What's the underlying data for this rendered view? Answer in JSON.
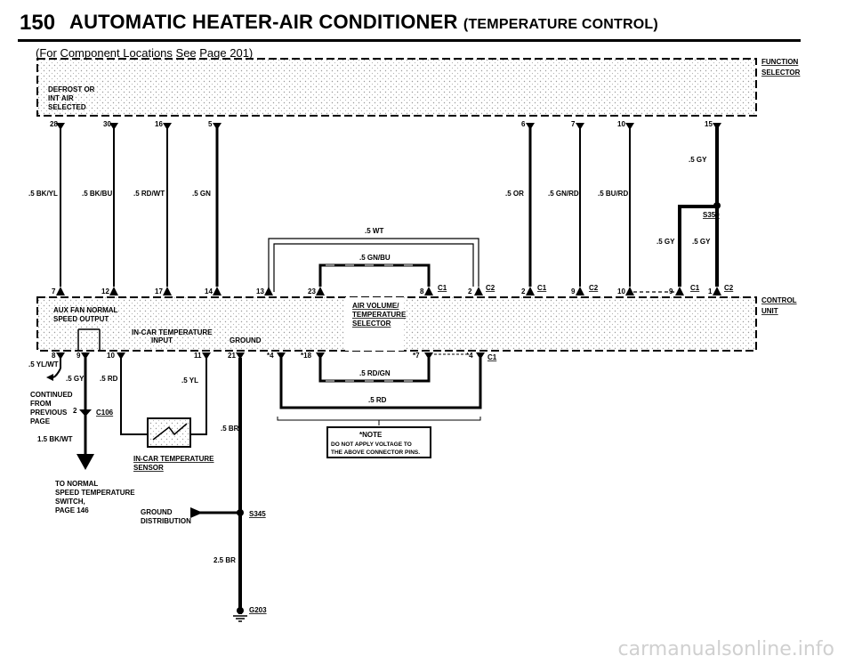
{
  "header": {
    "page_number": "150",
    "title": "AUTOMATIC HEATER-AIR CONDITIONER",
    "subtitle": "(TEMPERATURE CONTROL)",
    "locations_note": "(For Component Locations See Page 201)"
  },
  "components": {
    "function_selector": [
      "FUNCTION",
      "SELECTOR"
    ],
    "defrost_box": [
      "DEFROST OR",
      "INT AIR",
      "SELECTED"
    ],
    "control_unit": [
      "CONTROL",
      "UNIT"
    ],
    "aux_fan": [
      "AUX FAN NORMAL",
      "SPEED OUTPUT"
    ],
    "in_car_temp_input": [
      "IN-CAR TEMPERATURE",
      "INPUT"
    ],
    "ground": "GROUND",
    "air_volume_selector": [
      "AIR VOLUME/",
      "TEMPERATURE",
      "SELECTOR"
    ],
    "in_car_temp_sensor": [
      "IN-CAR TEMPERATURE",
      "SENSOR"
    ],
    "note": [
      "*NOTE",
      "DO NOT APPLY VOLTAGE TO",
      "THE ABOVE CONNECTOR PINS."
    ],
    "continued": [
      "CONTINUED",
      "FROM",
      "PREVIOUS",
      "PAGE"
    ],
    "to_normal": [
      "TO NORMAL",
      "SPEED TEMPERATURE",
      "SWITCH,",
      "PAGE 146"
    ],
    "ground_distribution": [
      "GROUND",
      "DISTRIBUTION"
    ]
  },
  "wires": {
    "w1": ".5 BK/YL",
    "w2": ".5 BK/BU",
    "w3": ".5 RD/WT",
    "w4": ".5 GN",
    "w5": ".5 OR",
    "w6": ".5 GN/RD",
    "w7": ".5 BU/RD",
    "w8": ".5 GY",
    "w9": ".5 GY",
    "w10": ".5 GY",
    "w11": ".5 WT",
    "w12": ".5 GN/BU",
    "w13": ".5 RD/GN",
    "w14": ".5 RD",
    "w15": ".5 YL/WT",
    "w16": ".5 GY",
    "w17": ".5 RD",
    "w18": ".5 YL",
    "w19": ".5 BR",
    "w20": "1.5 BK/WT",
    "w21": "2.5 BR"
  },
  "pins": {
    "top": [
      "28",
      "30",
      "16",
      "5",
      "6",
      "7",
      "10",
      "15"
    ],
    "cu_top": [
      "7",
      "12",
      "17",
      "14",
      "13",
      "23",
      "8",
      "2",
      "2",
      "9",
      "10",
      "9",
      "1"
    ],
    "cu_bottom": [
      "8",
      "9",
      "10",
      "11",
      "21",
      "*4",
      "*18",
      "*7",
      "*4"
    ],
    "c106_pin": "2"
  },
  "connectors": {
    "c1": "C1",
    "c2": "C2",
    "c106": "C106",
    "s350": "S350",
    "s345": "S345",
    "g203": "G203"
  },
  "watermark": "carmanualsonline.info"
}
